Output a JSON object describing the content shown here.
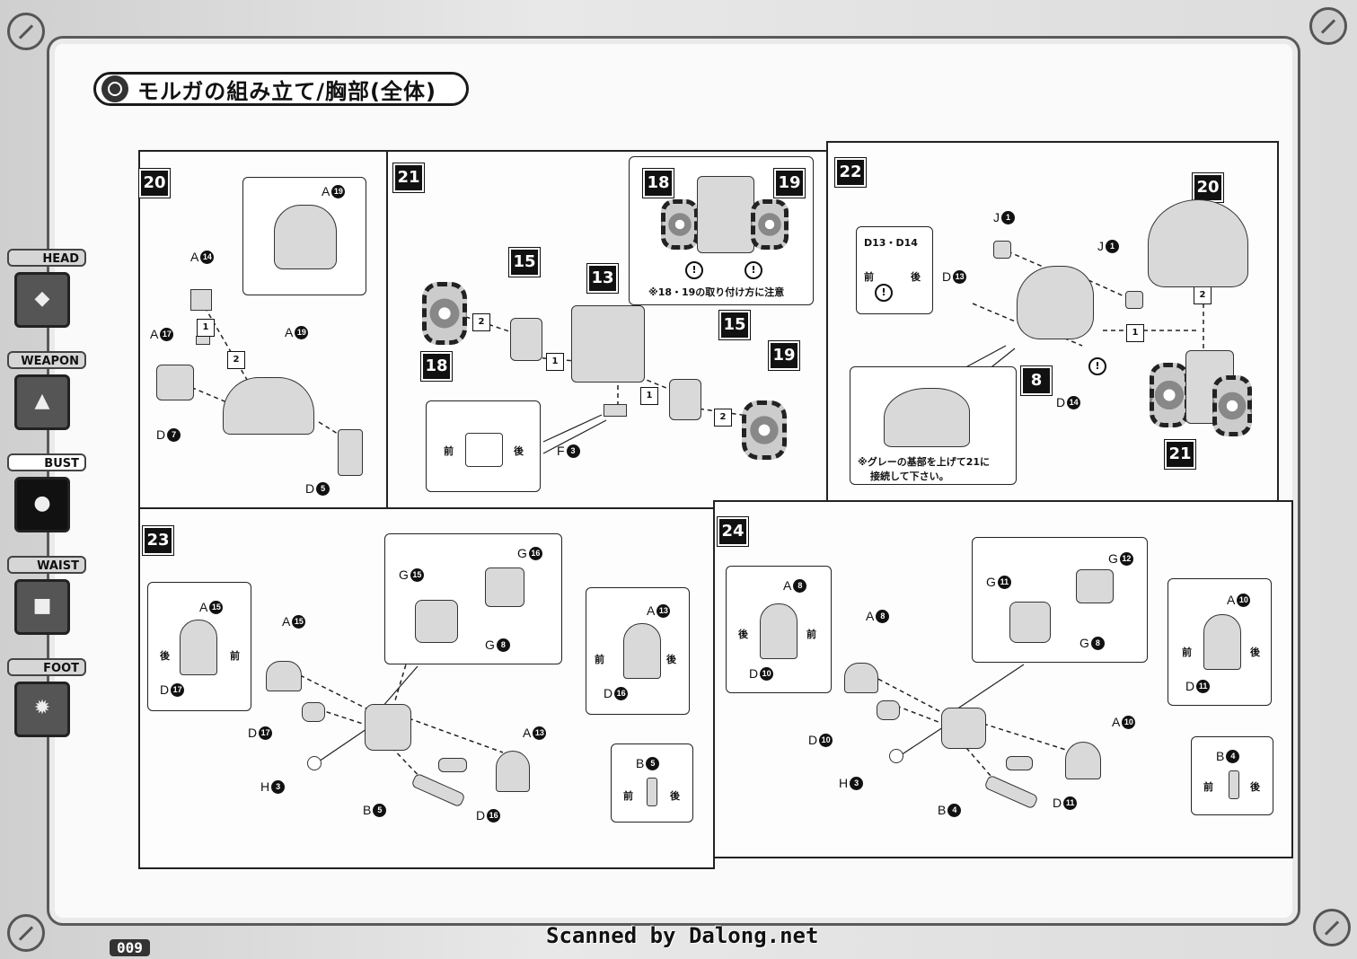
{
  "title": "モルガの組み立て/胸部(全体)",
  "sidebar": {
    "tabs": [
      {
        "label": "HEAD",
        "active": false
      },
      {
        "label": "WEAPON",
        "active": false
      },
      {
        "label": "BUST",
        "active": true
      },
      {
        "label": "WAIST",
        "active": false
      },
      {
        "label": "FOOT",
        "active": false
      }
    ]
  },
  "steps": {
    "s20": {
      "number": "20",
      "labels": {
        "a14": "A",
        "a14n": "14",
        "a17": "A",
        "a17n": "17",
        "a19": "A",
        "a19n": "19",
        "a19i": "A",
        "a19in": "19",
        "d7": "D",
        "d7n": "7",
        "d5": "D",
        "d5n": "5"
      },
      "order": [
        "1",
        "2"
      ]
    },
    "s21": {
      "number": "21",
      "labels": {
        "p18": "18",
        "p15a": "15",
        "p13": "13",
        "p15b": "15",
        "p19": "19",
        "f3": "F",
        "f3n": "3"
      },
      "inset_labels": {
        "p18": "18",
        "p19": "19",
        "note": "※18・19の取り付け方に注意"
      },
      "dir": {
        "front": "前",
        "back": "後"
      },
      "order": [
        "2",
        "1",
        "1",
        "2"
      ]
    },
    "s22": {
      "number": "22",
      "labels": {
        "j1a": "J",
        "j1an": "1",
        "j1b": "J",
        "j1bn": "1",
        "d13": "D",
        "d13n": "13",
        "d14": "D",
        "d14n": "14",
        "p20": "20",
        "p8": "8",
        "p21": "21"
      },
      "inset_label": "D13・D14",
      "dir": {
        "front": "前",
        "back": "後"
      },
      "note_line1": "※グレーの基部を上げて21に",
      "note_line2": "接続して下さい。",
      "order": [
        "1",
        "2"
      ]
    },
    "s23": {
      "number": "23",
      "labels": {
        "a15": "A",
        "a15n": "15",
        "d17": "D",
        "d17n": "17",
        "h3": "H",
        "h3n": "3",
        "b5": "B",
        "b5n": "5",
        "d16": "D",
        "d16n": "16",
        "a13": "A",
        "a13n": "13",
        "g15": "G",
        "g15n": "15",
        "g16": "G",
        "g16n": "16",
        "g8": "G",
        "g8n": "8"
      },
      "insets": {
        "left": {
          "a": "A",
          "an": "15",
          "d": "D",
          "dn": "17",
          "back": "後",
          "front": "前"
        },
        "right": {
          "a": "A",
          "an": "13",
          "d": "D",
          "dn": "16",
          "front": "前",
          "back": "後"
        },
        "small": {
          "b": "B",
          "bn": "5",
          "front": "前",
          "back": "後"
        }
      }
    },
    "s24": {
      "number": "24",
      "labels": {
        "a8": "A",
        "a8n": "8",
        "d10": "D",
        "d10n": "10",
        "h3": "H",
        "h3n": "3",
        "b4": "B",
        "b4n": "4",
        "d11": "D",
        "d11n": "11",
        "a10": "A",
        "a10n": "10",
        "g11": "G",
        "g11n": "11",
        "g12": "G",
        "g12n": "12",
        "g8": "G",
        "g8n": "8"
      },
      "insets": {
        "left": {
          "a": "A",
          "an": "8",
          "d": "D",
          "dn": "10",
          "back": "後",
          "front": "前"
        },
        "right": {
          "a": "A",
          "an": "10",
          "d": "D",
          "dn": "11",
          "front": "前",
          "back": "後"
        },
        "small": {
          "b": "B",
          "bn": "4",
          "front": "前",
          "back": "後"
        }
      }
    }
  },
  "footer": "Scanned by Dalong.net",
  "page_number": "009"
}
